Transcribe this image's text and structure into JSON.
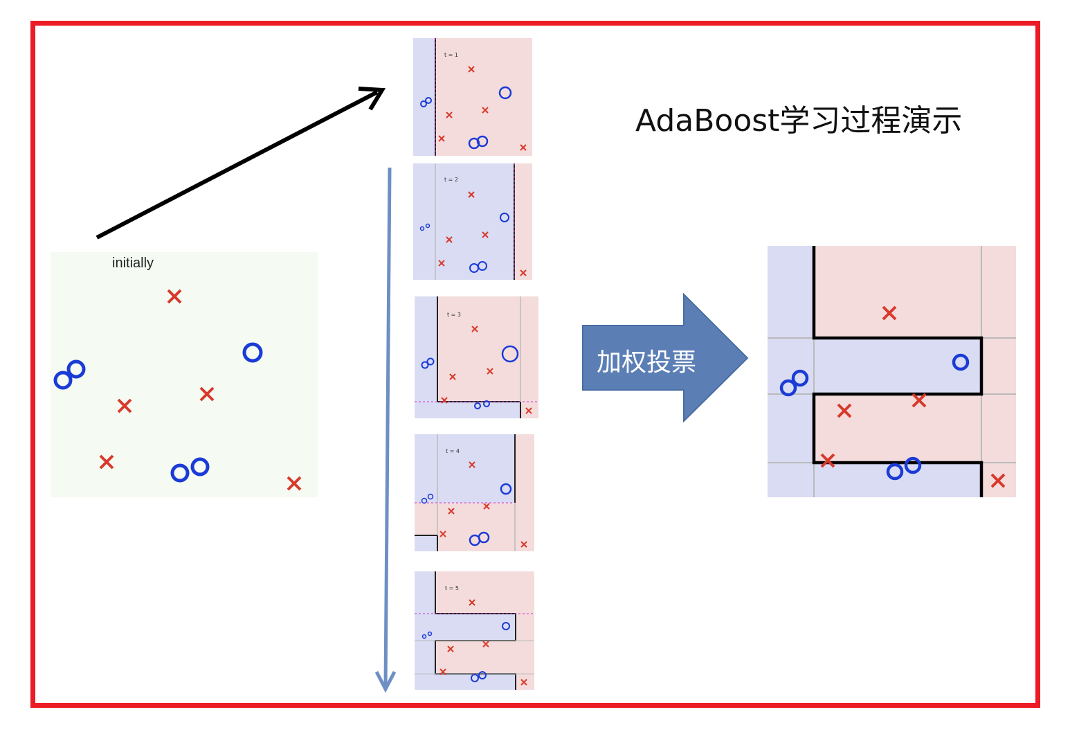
{
  "title": "AdaBoost学习过程演示",
  "initial_panel": {
    "label": "initially"
  },
  "rounds": [
    {
      "label": "t = 1"
    },
    {
      "label": "t = 2"
    },
    {
      "label": "t = 3"
    },
    {
      "label": "t = 4"
    },
    {
      "label": "t = 5"
    }
  ],
  "vote_arrow": {
    "label": "加权投票"
  },
  "colors": {
    "frame": "#ec1c24",
    "cross": "#d8392b",
    "circle": "#1a3bd6",
    "blue_region": "#d9dcf3",
    "red_region": "#f4dcdc",
    "initial_bg": "#f5fbf3",
    "arrow_fill": "#5b7fb5",
    "down_arrow": "#6d8fc4",
    "threshold_dashed": "#cc33cc"
  },
  "legend": {
    "positive": "circle",
    "negative": "cross"
  }
}
